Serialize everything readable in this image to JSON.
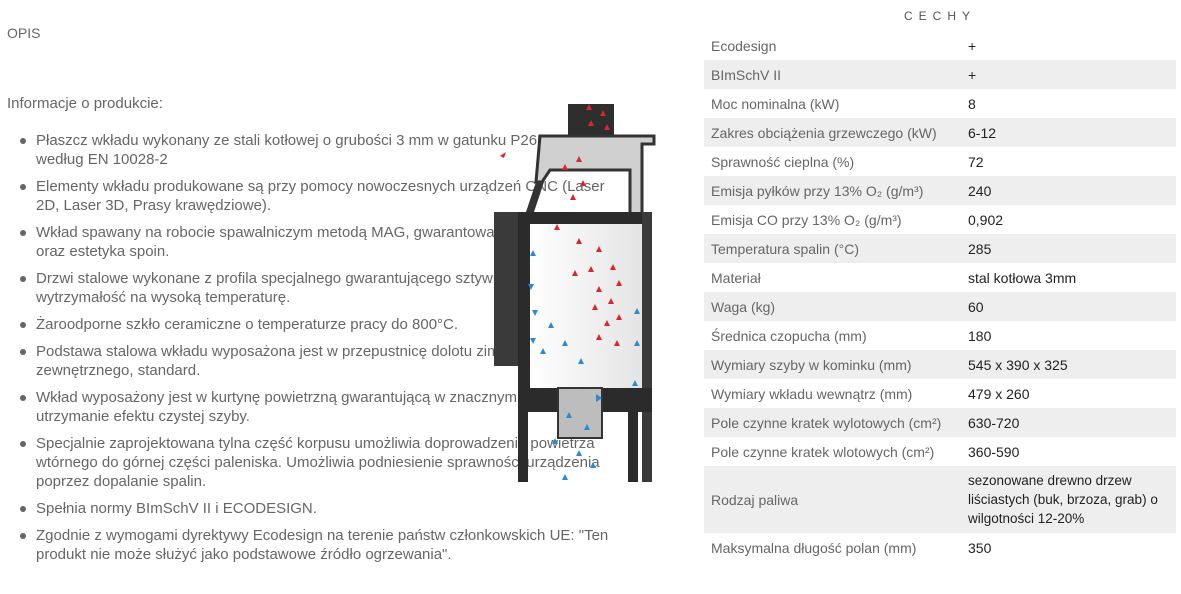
{
  "opis_label": "OPIS",
  "info_heading": "Informacje o produkcie:",
  "features": [
    "Płaszcz wkładu wykonany ze stali kotłowej o grubości 3 mm w gatunku P265GH według EN 10028-2",
    "Elementy wkładu produkowane są przy pomocy nowoczesnych urządzeń CNC (Laser 2D, Laser 3D, Prasy krawędziowe).",
    "Wkład spawany na robocie spawalniczym metodą MAG, gwarantowana wysoka jakość oraz estetyka spoin.",
    "Drzwi stalowe wykonane z profila specjalnego gwarantującego sztywność i wytrzymałość na wysoką temperaturę.",
    "Żaroodporne szkło ceramiczne o temperaturze pracy do 800°C.",
    "Podstawa stalowa wkładu wyposażona jest w przepustnicę dolotu zimnego powietrza zewnętrznego, standard.",
    "Wkład wyposażony jest w kurtynę powietrzną gwarantującą w znacznym stopniu utrzymanie efektu czystej szyby.",
    "Specjalnie zaprojektowana tylna część korpusu umożliwia doprowadzenie powietrza wtórnego do górnej części paleniska. Umożliwia podniesienie sprawności urządzenia poprzez dopalanie spalin.",
    "Spełnia normy BImSchV II i ECODESIGN.",
    "Zgodnie z wymogami dyrektywy Ecodesign na terenie państw członkowskich UE: \"Ten produkt nie może służyć jako podstawowe źródło ogrzewania\"."
  ],
  "cechy_title": "CECHY",
  "spec_rows": [
    {
      "key": "Ecodesign",
      "value": "+"
    },
    {
      "key": "BImSchV II",
      "value": "+"
    },
    {
      "key": "Moc nominalna (kW)",
      "value": "8"
    },
    {
      "key": "Zakres obciążenia grzewczego (kW)",
      "value": "6-12"
    },
    {
      "key": "Sprawność cieplna (%)",
      "value": "72"
    },
    {
      "key": "Emisja pyłków przy 13% O₂ (g/m³)",
      "value": "240"
    },
    {
      "key": "Emisja CO przy 13% O₂ (g/m³)",
      "value": "0,902"
    },
    {
      "key": "Temperatura spalin (°C)",
      "value": "285"
    },
    {
      "key": "Materiał",
      "value": "stal kotłowa 3mm"
    },
    {
      "key": "Waga (kg)",
      "value": "60"
    },
    {
      "key": "Średnica czopucha (mm)",
      "value": "180"
    },
    {
      "key": "Wymiary szyby w kominku (mm)",
      "value": "545 x 390 x 325"
    },
    {
      "key": "Wymiary wkładu wewnątrz (mm)",
      "value": "479 x 260"
    },
    {
      "key": "Pole czynne kratek wylotowych (cm²)",
      "value": "630-720"
    },
    {
      "key": "Pole czynne kratek wlotowych (cm²)",
      "value": "360-590"
    },
    {
      "key": "Rodzaj paliwa",
      "value": "sezonowane drewno drzew liściastych (buk, brzoza, grab) o wilgotności 12-20%"
    },
    {
      "key": "Maksymalna długość polan (mm)",
      "value": "350"
    }
  ],
  "colors": {
    "hot_arrow": "#d9262b",
    "cold_arrow": "#2a8ad4",
    "steel": "#2b2b2b",
    "row_alt": "#eeeeee"
  }
}
